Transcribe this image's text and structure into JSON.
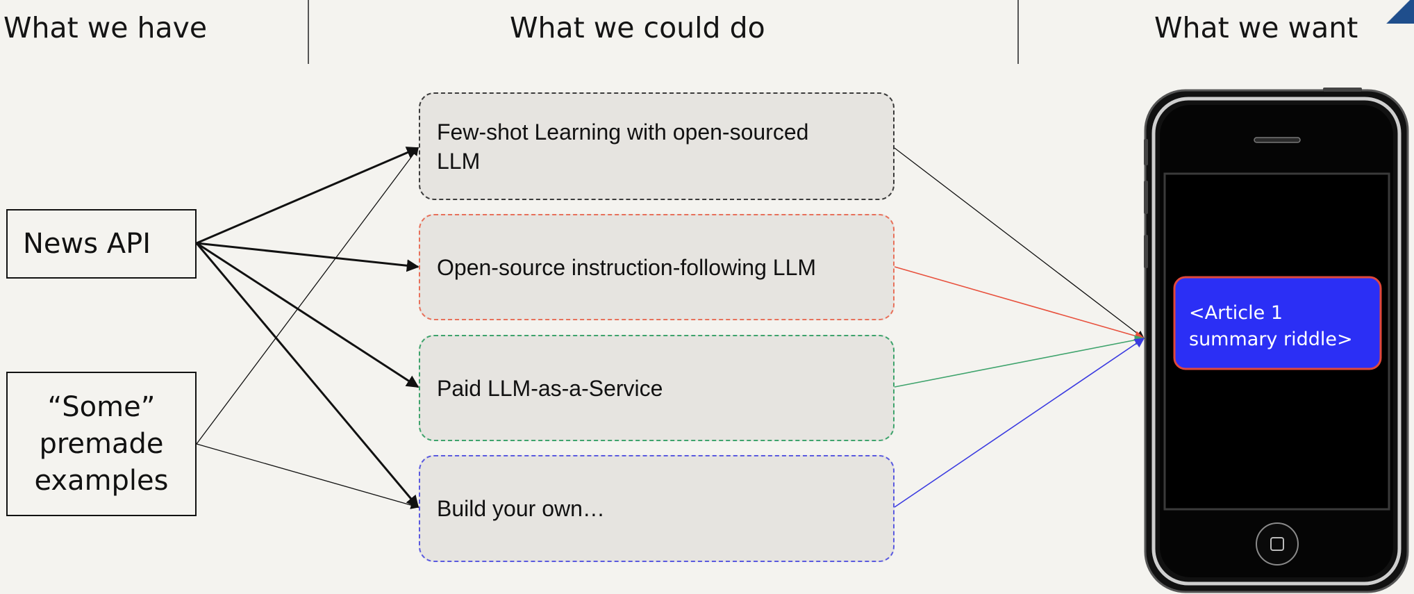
{
  "headers": {
    "have": "What we have",
    "could": "What we could do",
    "want": "What we want"
  },
  "inputs": {
    "news_api": "News API",
    "examples_line1": "“Some”",
    "examples_line2": "premade",
    "examples_line3": "examples"
  },
  "options": {
    "few_shot": "Few-shot Learning with open-sourced LLM",
    "open_source": "Open-source instruction-following LLM",
    "paid": "Paid LLM-as-a-Service",
    "build": "Build your own…"
  },
  "output": {
    "line1": "<Article 1",
    "line2": "summary riddle>"
  },
  "colors": {
    "background": "#f4f3ef",
    "option_fill": "#e6e4e0",
    "few_shot_border": "#3a3a3a",
    "open_source_border": "#e8705a",
    "paid_border": "#3ea36c",
    "build_border": "#5a5ae0",
    "output_card": "#2b2ff5",
    "output_card_border": "#e0483c",
    "phone_body": "#1a1a1a"
  },
  "icons": {
    "phone": "smartphone-icon",
    "home_button": "home-button-icon"
  }
}
